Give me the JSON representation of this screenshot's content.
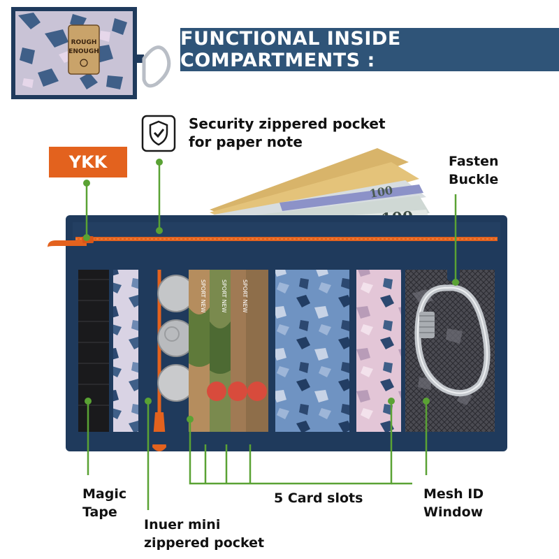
{
  "banner": {
    "title": "FUNCTIONAL INSIDE COMPARTMENTS :"
  },
  "badge": {
    "text": "YKK"
  },
  "brand": {
    "line1": "ROUGH",
    "line2": "ENOUGH"
  },
  "callouts": {
    "security_pocket": {
      "line1": "Security zippered pocket",
      "line2": "for paper note"
    },
    "fasten_buckle": {
      "line1": "Fasten",
      "line2": "Buckle"
    },
    "magic_tape": {
      "line1": "Magic",
      "line2": "Tape"
    },
    "card_slots": {
      "text": "5 Card slots"
    },
    "mesh_window": {
      "line1": "Mesh ID",
      "line2": "Window"
    },
    "mini_pocket": {
      "line1": "Inuer mini",
      "line2": "zippered pocket"
    }
  },
  "banknote": {
    "denomination": "100"
  },
  "cards": {
    "label": "SPORT NEW"
  },
  "colors": {
    "banner": "#2f5478",
    "accent_orange": "#e3621e",
    "wallet_navy": "#1f3a5c",
    "leader_green": "#5aa234"
  },
  "icons": {
    "security": "shield-check-icon",
    "keychain": "carabiner-icon"
  }
}
